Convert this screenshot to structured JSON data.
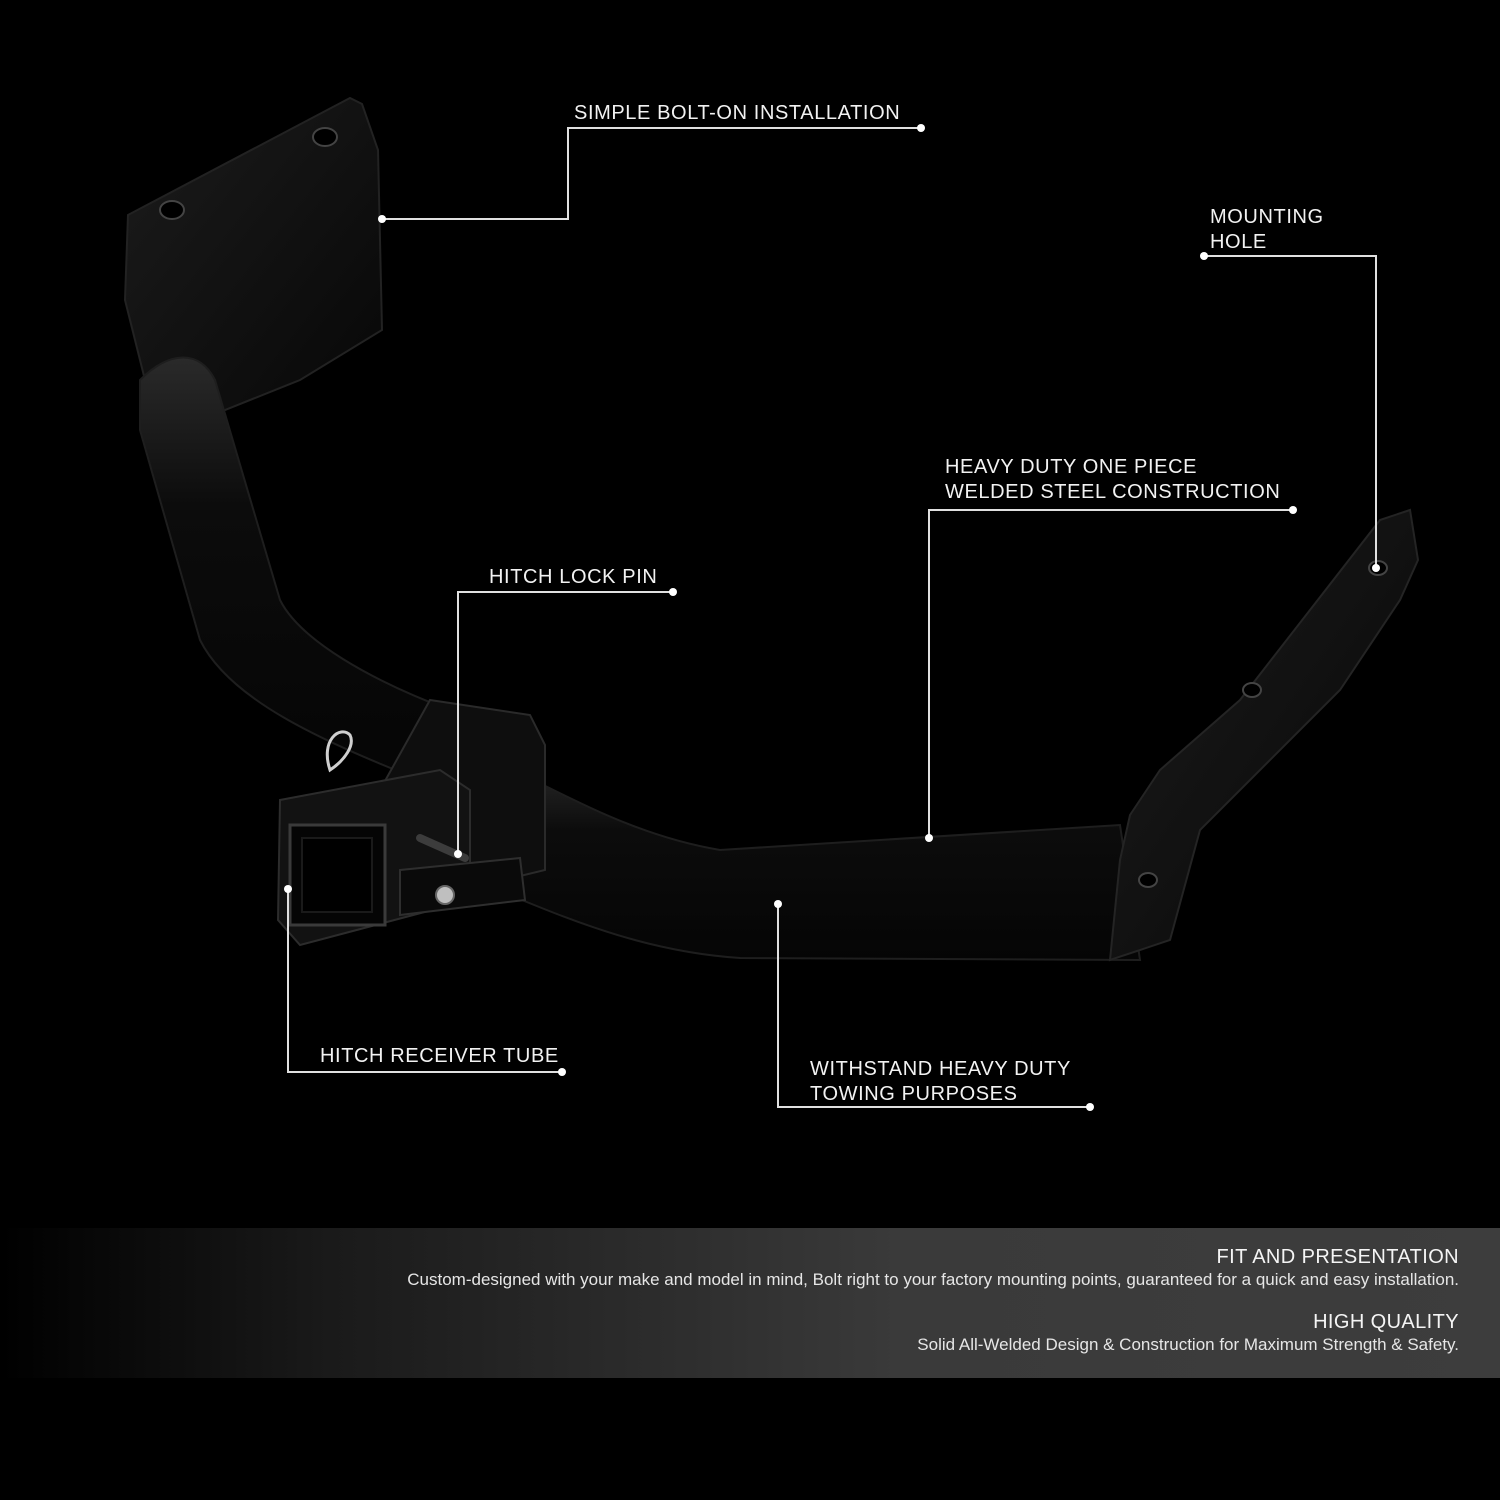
{
  "callouts": {
    "bolt_on": "SIMPLE BOLT-ON INSTALLATION",
    "mounting_hole": [
      "MOUNTING",
      "HOLE"
    ],
    "welded_construction": [
      "HEAVY DUTY ONE PIECE",
      "WELDED STEEL CONSTRUCTION"
    ],
    "lock_pin": "HITCH LOCK PIN",
    "receiver_tube": "HITCH RECEIVER TUBE",
    "towing": [
      "WITHSTAND HEAVY DUTY",
      "TOWING PURPOSES"
    ]
  },
  "features": [
    {
      "title": "FIT AND PRESENTATION",
      "text": "Custom-designed with your make and model in mind, Bolt right to your factory mounting points, guaranteed for a quick and easy installation."
    },
    {
      "title": "HIGH QUALITY",
      "text": "Solid All-Welded Design & Construction for Maximum Strength & Safety."
    }
  ],
  "colors": {
    "background": "#000000",
    "label_text": "#f2f2f2",
    "leader_line": "#e0e0e0",
    "band": "#3a3a3a"
  }
}
